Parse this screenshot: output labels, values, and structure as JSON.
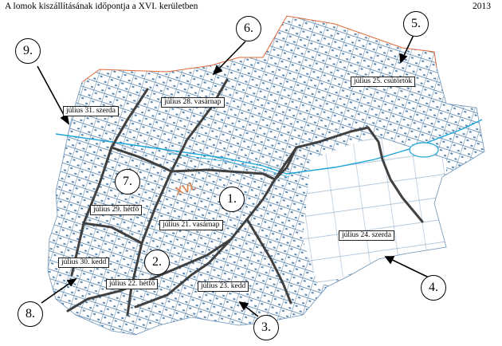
{
  "title": "A lomok kiszállításának időpontja a XVI. kerületben",
  "year": "2013",
  "district_label": "XVI.",
  "colors": {
    "roads": "#3c6f9c",
    "creek": "#1aa5d8",
    "border": "#e06a3a",
    "zone_lines": "#404040",
    "district": "#e08a55"
  },
  "zones": [
    {
      "number": "1.",
      "date": "július 21. vasárnap"
    },
    {
      "number": "2.",
      "date": "július 22. hétfő"
    },
    {
      "number": "3.",
      "date": "július 23. kedd"
    },
    {
      "number": "4.",
      "date": "július 24. szerda"
    },
    {
      "number": "5.",
      "date": "július 25. csütörtök"
    },
    {
      "number": "6.",
      "date": "július 28. vasárnap"
    },
    {
      "number": "7.",
      "date": "július 29. hétfő"
    },
    {
      "number": "8.",
      "date": "július 30. kedd"
    },
    {
      "number": "9.",
      "date": "július 31. szerda"
    }
  ]
}
